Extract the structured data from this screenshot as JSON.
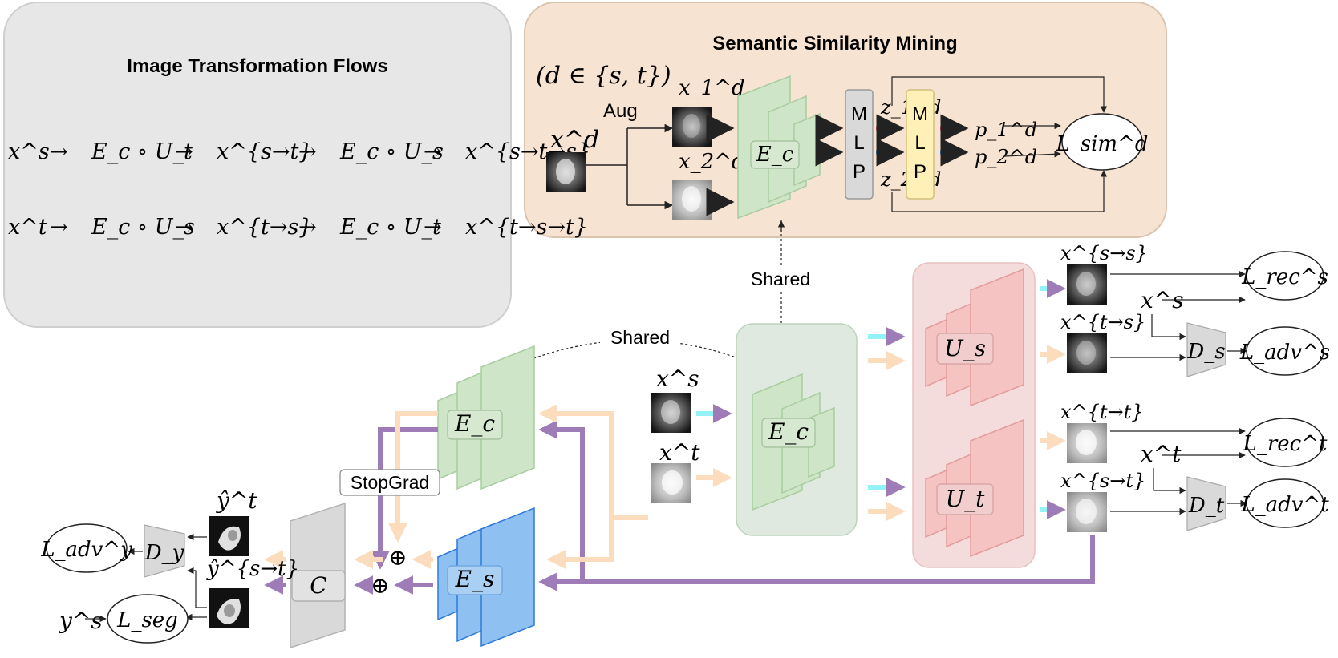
{
  "panels": {
    "flows_title": "Image Transformation Flows",
    "ssm_title": "Semantic Similarity Mining"
  },
  "flows": {
    "line1": [
      "x^s",
      "→",
      "E_c ∘ U_t",
      "→",
      "x^{s→t}",
      "→",
      "E_c ∘ U_s",
      "→",
      "x^{s→t→s}"
    ],
    "line2": [
      "x^t",
      "→",
      "E_c ∘ U_s",
      "→",
      "x^{t→s}",
      "→",
      "E_c ∘ U_t",
      "→",
      "x^{t→s→t}"
    ]
  },
  "ssm": {
    "domain_note": "(d ∈ {s, t})",
    "aug_label": "Aug",
    "input": "x^d",
    "view1": "x_1^d",
    "view2": "x_2^d",
    "encoder": "E_c",
    "mlp1": [
      "M",
      "L",
      "P"
    ],
    "mlp2": [
      "M",
      "L",
      "P"
    ],
    "z1": "z_1^d",
    "z2": "z_2^d",
    "p1": "p_1^d",
    "p2": "p_2^d",
    "loss": "L_sim^d"
  },
  "main": {
    "shared_vertical": "Shared",
    "shared_curve": "Shared",
    "stopgrad": "StopGrad",
    "xs": "x^s",
    "xt": "x^t",
    "enc_center": "E_c",
    "enc_left": "E_c",
    "enc_style": "E_s",
    "dec_s": "U_s",
    "dec_t": "U_t",
    "classifier": "C",
    "plus": "⊕",
    "x_sts": "x^{s→s}",
    "x_tts": "x^{t→s}",
    "x_ttt": "x^{t→t}",
    "x_stt": "x^{s→t}",
    "xs_right": "x^s",
    "xt_right": "x^t",
    "disc_s": "D_s",
    "disc_t": "D_t",
    "disc_y": "D_y",
    "loss_rec_s": "L_rec^s",
    "loss_adv_s": "L_adv^s",
    "loss_rec_t": "L_rec^t",
    "loss_adv_t": "L_adv^t",
    "loss_adv_y": "L_adv^y",
    "loss_seg": "L_seg",
    "yhat_t": "ŷ^t",
    "yhat_st": "ŷ^{s→t}",
    "y_s": "y^s"
  },
  "colors": {
    "red_arrow": "#ef5b5b",
    "blue_arrow": "#3d8fe8",
    "cyan_arrow": "#93f3f7",
    "peach_arrow": "#fbdcbc",
    "purple": "#9d7cb8",
    "green_block": "#cfe5c8",
    "blue_block": "#8fc0f2",
    "red_block": "#f6c3c3",
    "gray_block": "#d9d9d9",
    "panel_gray": "#e7e7e7",
    "panel_peach": "#f7e3d1"
  }
}
